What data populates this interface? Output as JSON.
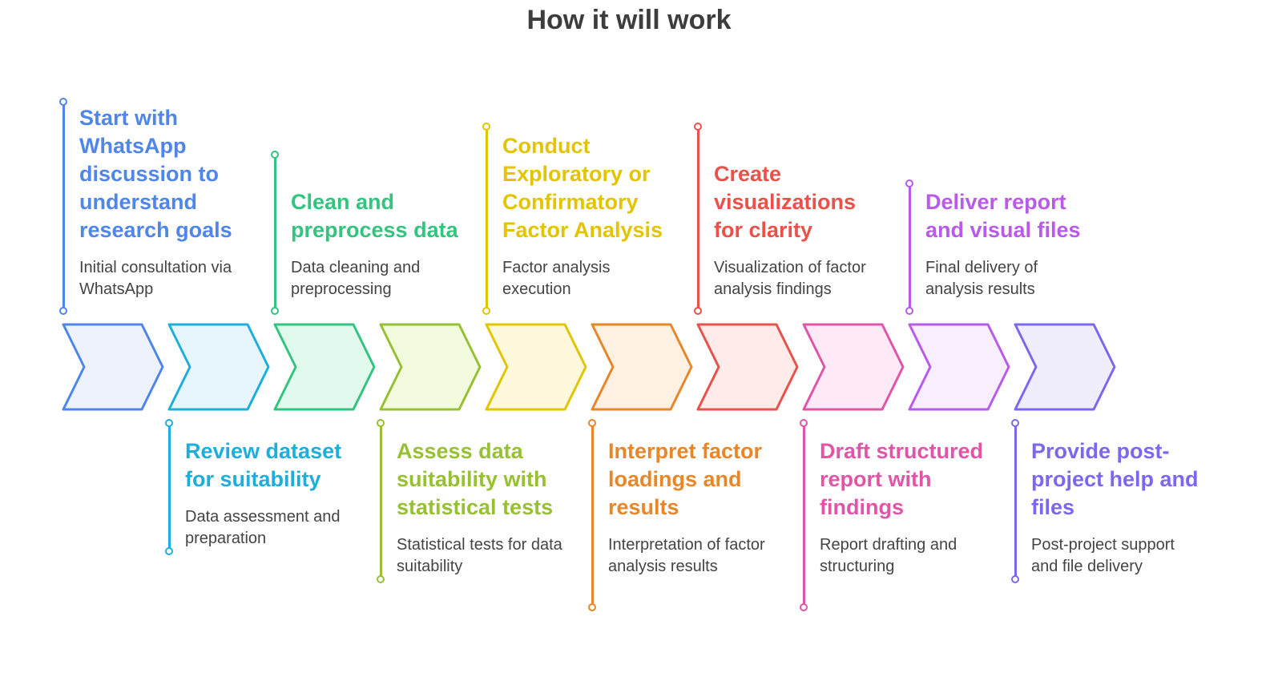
{
  "title": "How it will work",
  "steps": [
    {
      "title": "Start with WhatsApp discussion to understand research goals",
      "desc": "Initial consultation via WhatsApp",
      "color": "#4F86E8",
      "fill": "#EDF2FD"
    },
    {
      "title": "Review dataset for suitability",
      "desc": "Data assessment and preparation",
      "color": "#1FAEDC",
      "fill": "#E7F6FC"
    },
    {
      "title": "Clean and preprocess data",
      "desc": "Data cleaning and preprocessing",
      "color": "#33C47F",
      "fill": "#E2FAEE"
    },
    {
      "title": "Assess data suitability with statistical tests",
      "desc": "Statistical tests for data suitability",
      "color": "#97C032",
      "fill": "#F3FBDF"
    },
    {
      "title": "Conduct Exploratory or Confirmatory Factor Analysis",
      "desc": "Factor analysis execution",
      "color": "#E2C400",
      "fill": "#FEF8DD"
    },
    {
      "title": "Interpret factor loadings and results",
      "desc": "Interpretation of factor analysis results",
      "color": "#E8862A",
      "fill": "#FEF1E4"
    },
    {
      "title": "Create visualizations for clarity",
      "desc": "Visualization of factor analysis findings",
      "color": "#E8524A",
      "fill": "#FEEBEA"
    },
    {
      "title": "Draft structured report with findings",
      "desc": "Report drafting and structuring",
      "color": "#E055A8",
      "fill": "#FDEAF6"
    },
    {
      "title": "Deliver report and visual files",
      "desc": "Final delivery of analysis results",
      "color": "#B85BE8",
      "fill": "#F8EEFD"
    },
    {
      "title": "Provide post-project help and files",
      "desc": "Post-project support and file delivery",
      "color": "#7B68EE",
      "fill": "#F0EEFD"
    }
  ]
}
